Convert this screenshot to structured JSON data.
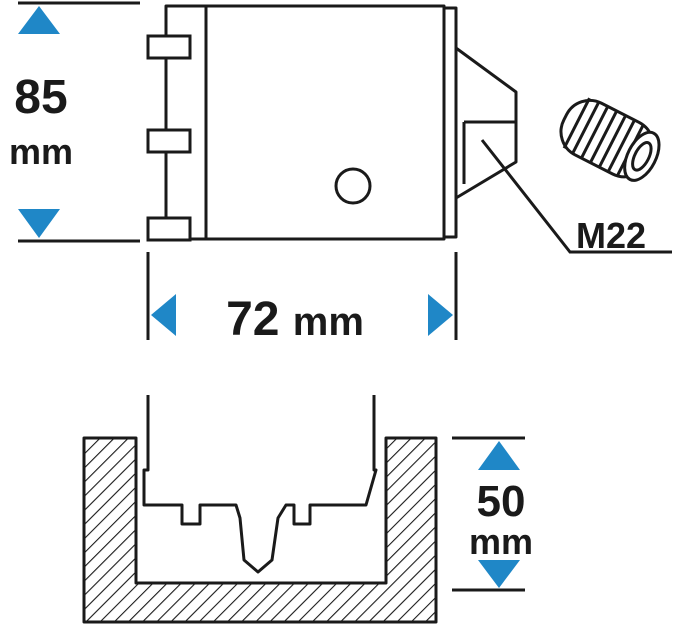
{
  "colors": {
    "accent": "#1f87c7",
    "line": "#1a1a1a"
  },
  "height_dimension": {
    "value": "85",
    "unit": "mm"
  },
  "width_dimension": {
    "value": "72",
    "unit": "mm"
  },
  "thread_label": "M22",
  "depth_dimension": {
    "value": "50",
    "unit": "mm"
  }
}
